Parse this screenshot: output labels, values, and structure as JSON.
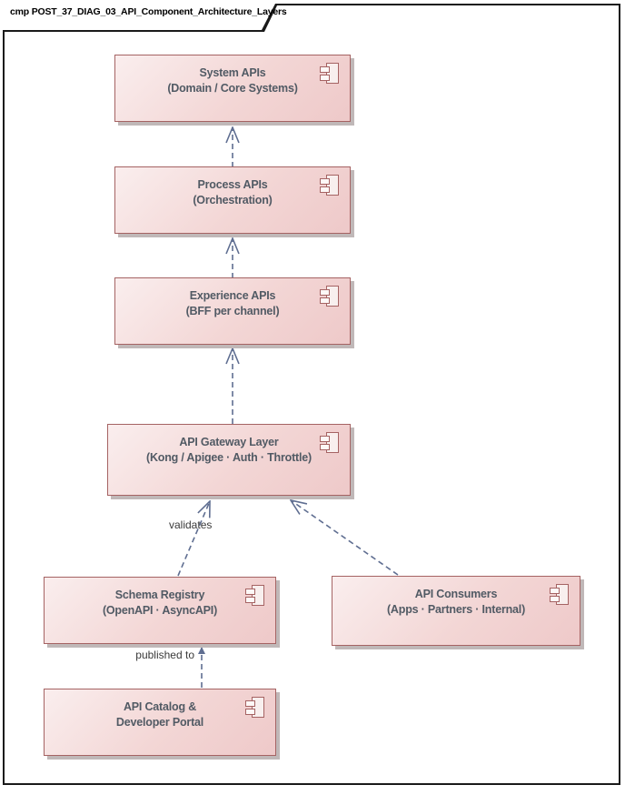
{
  "frame": {
    "title": "cmp POST_37_DIAG_03_API_Component_Architecture_Layers"
  },
  "components": [
    {
      "id": "system-apis",
      "line1": "System APIs",
      "line2": "(Domain / Core Systems)"
    },
    {
      "id": "process-apis",
      "line1": "Process APIs",
      "line2": "(Orchestration)"
    },
    {
      "id": "experience-apis",
      "line1": "Experience APIs",
      "line2": "(BFF per channel)"
    },
    {
      "id": "api-gateway",
      "line1": "API Gateway Layer",
      "line2": "(Kong / Apigee · Auth · Throttle)"
    },
    {
      "id": "schema-registry",
      "line1": "Schema Registry",
      "line2": "(OpenAPI · AsyncAPI)"
    },
    {
      "id": "api-consumers",
      "line1": "API Consumers",
      "line2": "(Apps · Partners · Internal)"
    },
    {
      "id": "api-catalog",
      "line1": "API Catalog &",
      "line2": "Developer Portal"
    }
  ],
  "connector_labels": {
    "validates": "validates",
    "published_to": "published to"
  },
  "colors": {
    "frame_border": "#1a1a1a",
    "node_fill_light": "#faeeee",
    "node_fill_mid": "#f3d6d5",
    "node_fill_dark": "#eec9c9",
    "node_border": "#a56363",
    "node_text": "#515a64",
    "arrow": "#5f6e91",
    "label_text": "#3a3a3a",
    "shadow": "#c0b8b8"
  }
}
